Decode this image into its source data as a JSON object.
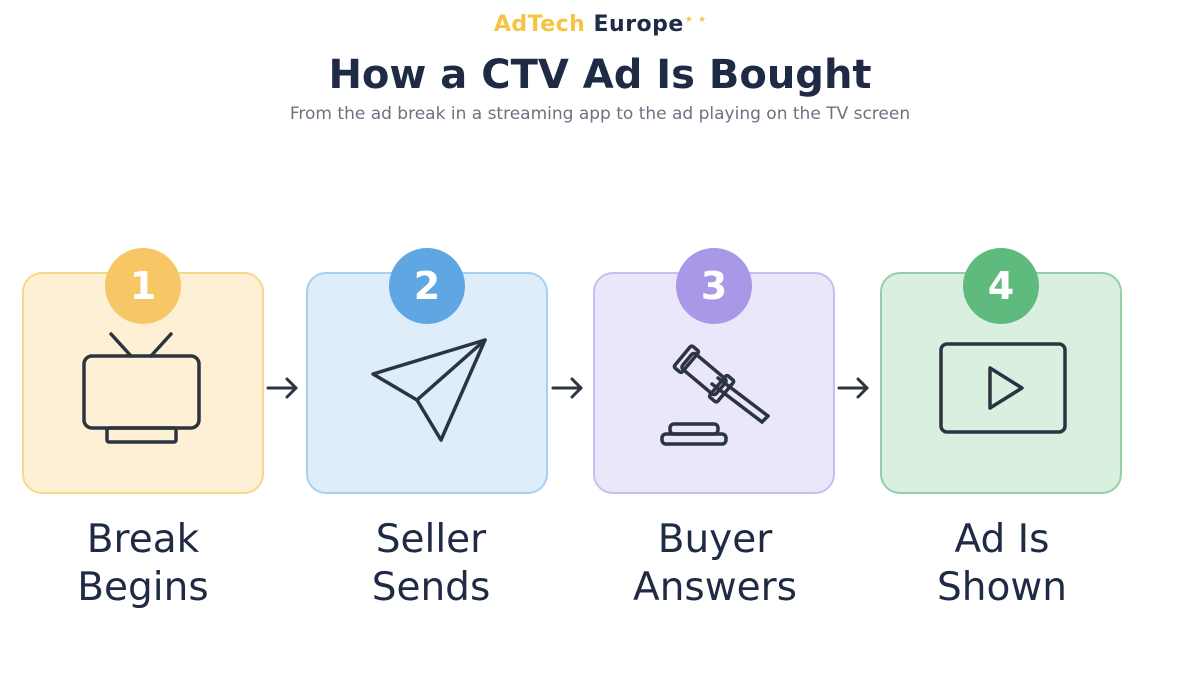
{
  "header": {
    "brand_part1": "AdTech",
    "brand_part2": "Europe",
    "title": "How a CTV Ad Is Bought",
    "subtitle": "From the ad break in a streaming app to the ad playing on the TV screen"
  },
  "steps": [
    {
      "number": "1",
      "label_line1": "Break",
      "label_line2": "Begins",
      "icon": "tv-icon",
      "accent": "#f7c766"
    },
    {
      "number": "2",
      "label_line1": "Seller",
      "label_line2": "Sends",
      "icon": "paper-plane-icon",
      "accent": "#5fa7e3"
    },
    {
      "number": "3",
      "label_line1": "Buyer",
      "label_line2": "Answers",
      "icon": "gavel-icon",
      "accent": "#a997e8"
    },
    {
      "number": "4",
      "label_line1": "Ad Is",
      "label_line2": "Shown",
      "icon": "play-screen-icon",
      "accent": "#5fbb7d"
    }
  ],
  "colors": {
    "title": "#1f2a44",
    "brand_accent": "#f4c542",
    "icon_stroke": "#2b3440"
  }
}
